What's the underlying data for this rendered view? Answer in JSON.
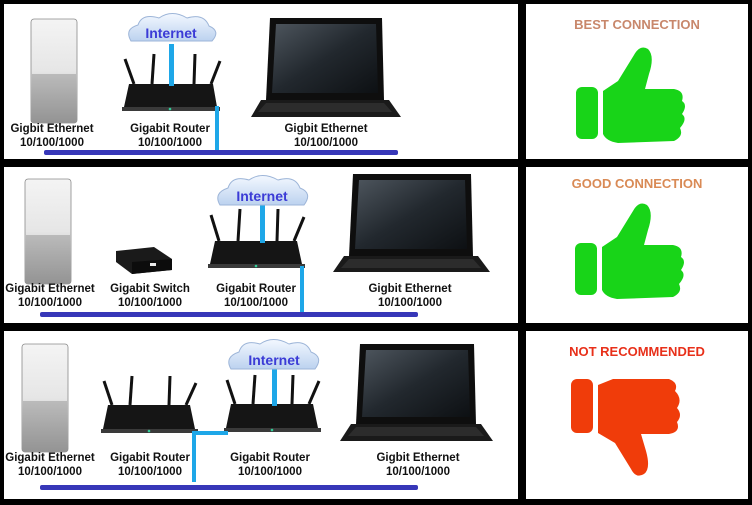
{
  "rows": [
    {
      "devices": [
        {
          "name": "Gigbit Ethernet",
          "speed": "10/100/1000"
        },
        {
          "name": "Gigabit Router",
          "speed": "10/100/1000"
        },
        {
          "name": "Gigbit Ethernet",
          "speed": "10/100/1000"
        }
      ],
      "cloud": "Internet",
      "verdict": "BEST CONNECTION",
      "verdict_color": "#c8876b",
      "thumb": "thumbs-up",
      "thumb_color": "#18d418"
    },
    {
      "devices": [
        {
          "name": "Gigabit Ethernet",
          "speed": "10/100/1000"
        },
        {
          "name": "Gigabit Switch",
          "speed": "10/100/1000"
        },
        {
          "name": "Gigabit Router",
          "speed": "10/100/1000"
        },
        {
          "name": "Gigbit Ethernet",
          "speed": "10/100/1000"
        }
      ],
      "cloud": "Internet",
      "verdict": "GOOD CONNECTION",
      "verdict_color": "#d98a55",
      "thumb": "thumbs-up",
      "thumb_color": "#18d418"
    },
    {
      "devices": [
        {
          "name": "Gigabit Ethernet",
          "speed": "10/100/1000"
        },
        {
          "name": "Gigabit Router",
          "speed": "10/100/1000"
        },
        {
          "name": "Gigabit Router",
          "speed": "10/100/1000"
        },
        {
          "name": "Gigbit Ethernet",
          "speed": "10/100/1000"
        }
      ],
      "cloud": "Internet",
      "verdict": "NOT RECOMMENDED",
      "verdict_color": "#e8301a",
      "thumb": "thumbs-down",
      "thumb_color": "#f03c0a"
    }
  ]
}
